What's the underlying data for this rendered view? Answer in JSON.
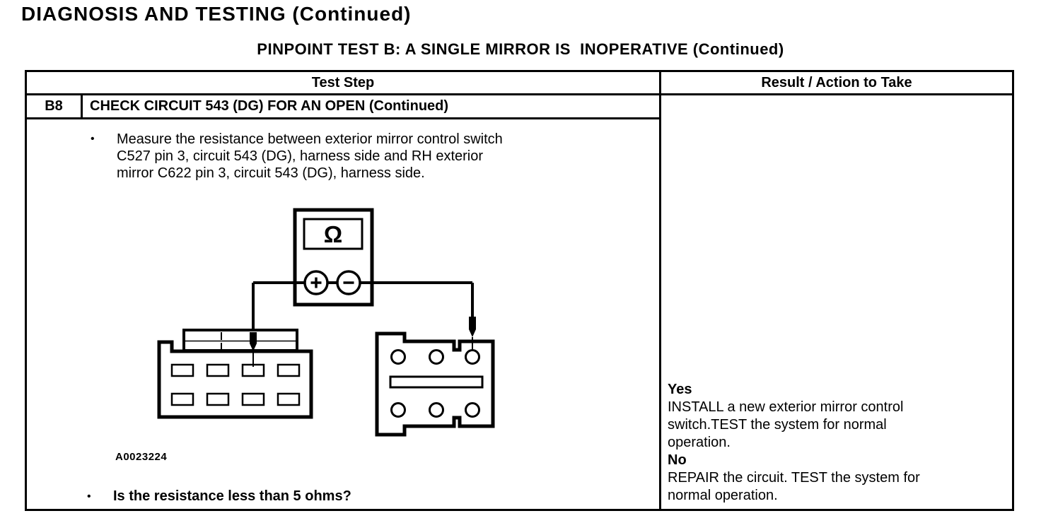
{
  "page": {
    "title": "DIAGNOSIS AND TESTING (Continued)",
    "subtitle": "PINPOINT TEST B: A SINGLE MIRROR IS  INOPERATIVE (Continued)"
  },
  "table": {
    "col_headers": {
      "test_step": "Test Step",
      "result_action": "Result / Action to Take"
    },
    "step": {
      "id": "B8",
      "title": "CHECK CIRCUIT 543 (DG) FOR AN OPEN (Continued)",
      "bullet_char": "•",
      "instruction_lines": [
        "Measure the resistance between exterior mirror control switch",
        "C527 pin 3, circuit 543 (DG), harness side and RH exterior",
        "mirror C622 pin 3, circuit 543 (DG), harness side."
      ],
      "question": "Is the resistance less than 5 ohms?"
    },
    "result": {
      "yes_label": "Yes",
      "yes_action_lines": [
        "INSTALL a new exterior mirror control",
        "switch.TEST the system for normal",
        "operation."
      ],
      "no_label": "No",
      "no_action_lines": [
        "REPAIR the circuit. TEST the system for",
        "normal operation."
      ]
    }
  },
  "diagram": {
    "figure_id": "A0023224",
    "ohmmeter_symbol": "Ω",
    "plus_label": "+",
    "minus_label": "−",
    "ink_color": "#000000",
    "paper_color": "#ffffff"
  }
}
